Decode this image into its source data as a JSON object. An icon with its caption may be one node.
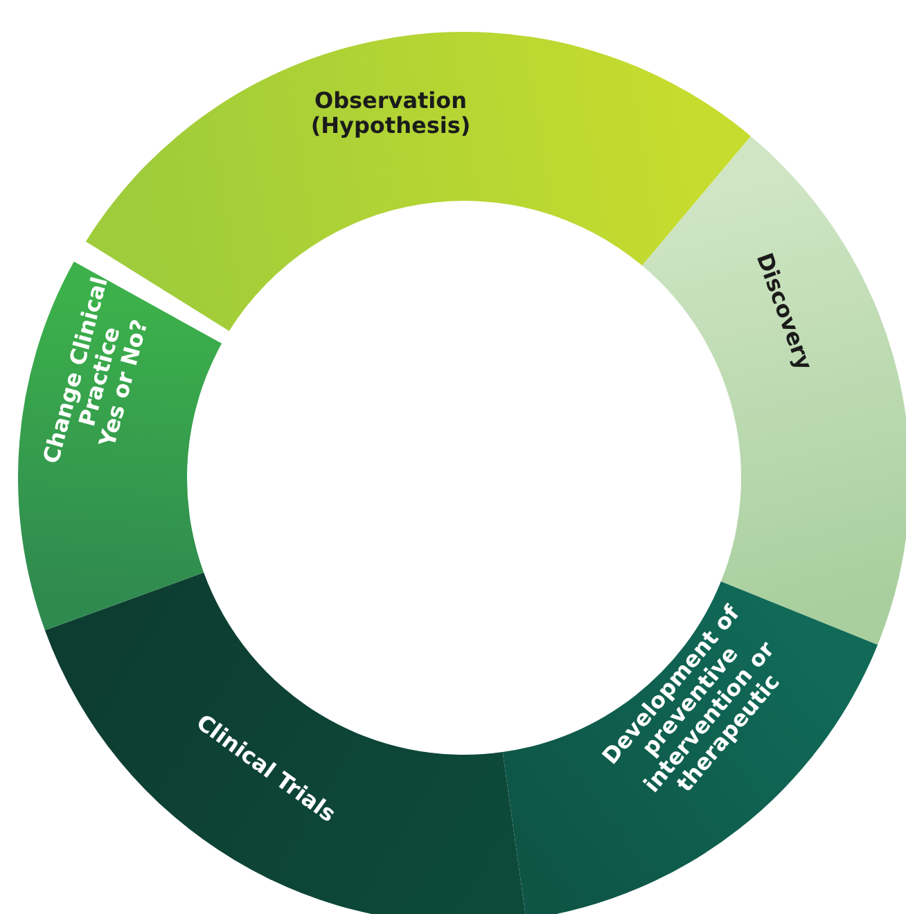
{
  "diagram": {
    "nodes": [
      {
        "text": [
          "Observation (Hypothesis)"
        ]
      },
      {
        "text": [
          "Discovery"
        ]
      },
      {
        "text": [
          "Development of preventive intervention or therapeutic"
        ]
      },
      {
        "text": [
          "Clinical Trials"
        ]
      },
      {
        "text": [
          "Change Clinical Practice",
          "Yes or No?"
        ]
      }
    ]
  }
}
